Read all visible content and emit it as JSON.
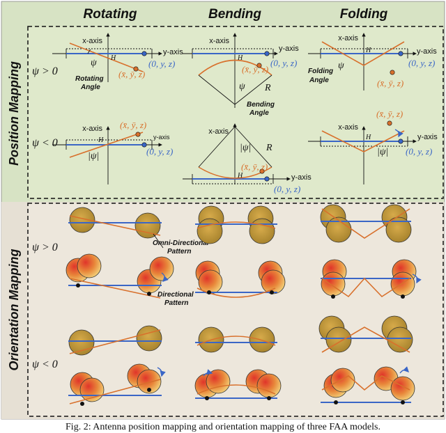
{
  "headers": {
    "rotating": "Rotating",
    "bending": "Bending",
    "folding": "Folding"
  },
  "side_labels": {
    "position": "Position Mapping",
    "orientation": "Orientation Mapping"
  },
  "conditions": {
    "pos": "ψ > 0",
    "neg": "ψ < 0"
  },
  "axes": {
    "x": "x-axis",
    "y": "y-axis",
    "H": "H",
    "R": "R"
  },
  "symbols": {
    "psi": "ψ",
    "abs_psi": "|ψ|"
  },
  "points": {
    "original": "(0, y, z)",
    "mapped": "(x̄, ȳ, z)"
  },
  "annotations": {
    "rotating_angle_1": "Rotating",
    "rotating_angle_2": "Angle",
    "bending_angle_1": "Bending",
    "bending_angle_2": "Angle",
    "folding_angle_1": "Folding",
    "folding_angle_2": "Angle",
    "omni_1": "Omni-Directional",
    "omni_2": "Pattern",
    "dir_1": "Directional",
    "dir_2": "Pattern"
  },
  "colors": {
    "original_point": "#3a66c6",
    "mapped_point": "#d8702c",
    "position_panel": "#dde7c8",
    "orientation_panel": "#ece6da"
  },
  "caption": "Fig. 2: Antenna position mapping and orientation mapping of three FAA models."
}
